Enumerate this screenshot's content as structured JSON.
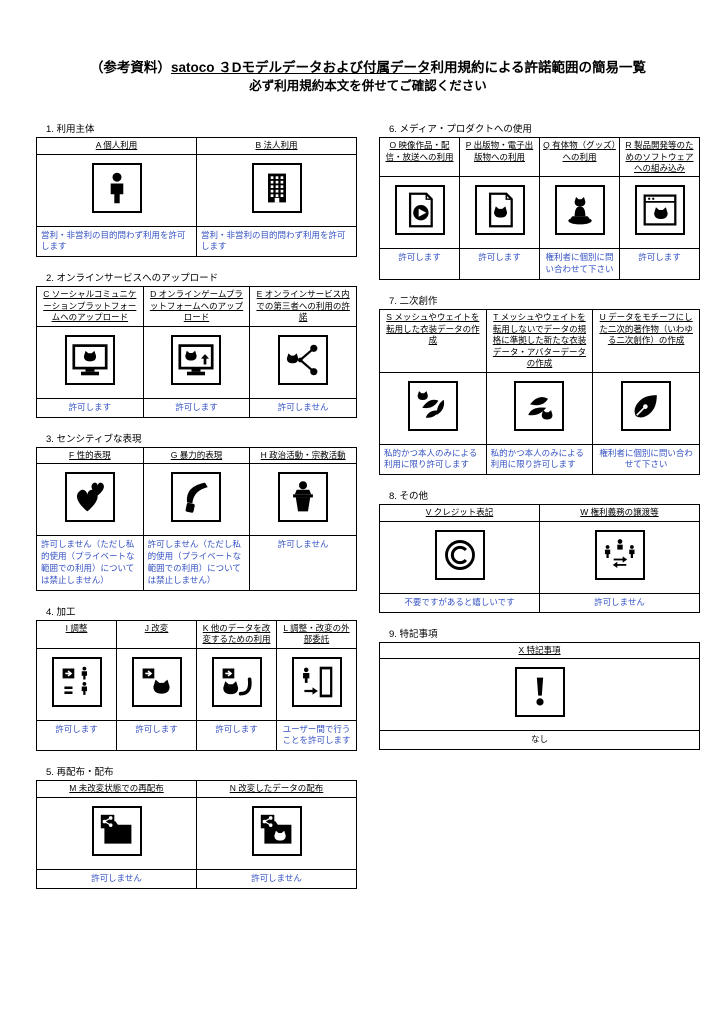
{
  "page": {
    "title_prefix": "（参考資料）",
    "title_underlined": "satoco ３Dモデルデータおよび付属データ",
    "title_suffix": "利用規約による許諾範囲の簡易一覧",
    "title_line2": "必ず利用規約本文を併せてご確認ください"
  },
  "colors": {
    "permission_text": "#3552c4",
    "border": "#000000",
    "icon": "#000000"
  },
  "sections": [
    {
      "id": "s1",
      "column": "left",
      "heading": "1. 利用主体",
      "items": [
        {
          "code": "A",
          "label": "個人利用",
          "icon": "person-icon",
          "permission": "営利・非営利の目的問わず利用を許可します"
        },
        {
          "code": "B",
          "label": "法人利用",
          "icon": "building-icon",
          "permission": "営利・非営利の目的問わず利用を許可します"
        }
      ]
    },
    {
      "id": "s2",
      "column": "left",
      "heading": "2. オンラインサービスへのアップロード",
      "items": [
        {
          "code": "C",
          "label": "ソーシャルコミュニケーションプラットフォームへのアップロード",
          "icon": "social-upload-icon",
          "permission": "許可します"
        },
        {
          "code": "D",
          "label": "オンラインゲームプラットフォームへのアップロード",
          "icon": "game-upload-icon",
          "permission": "許可します"
        },
        {
          "code": "E",
          "label": "オンラインサービス内での第三者への利用の許諾",
          "icon": "third-party-share-icon",
          "permission": "許可しません"
        }
      ]
    },
    {
      "id": "s3",
      "column": "left",
      "heading": "3. センシティブな表現",
      "items": [
        {
          "code": "F",
          "label": "性的表現",
          "icon": "hearts-icon",
          "permission": "許可しません（ただし私的使用（プライベートな範囲での利用）については禁止しません）"
        },
        {
          "code": "G",
          "label": "暴力的表現",
          "icon": "knife-icon",
          "permission": "許可しません（ただし私的使用（プライベートな範囲での利用）については禁止しません）"
        },
        {
          "code": "H",
          "label": "政治活動・宗教活動",
          "icon": "podium-icon",
          "permission": "許可しません"
        }
      ]
    },
    {
      "id": "s4",
      "column": "left",
      "heading": "4. 加工",
      "items": [
        {
          "code": "I",
          "label": "調整",
          "icon": "adjust-icon",
          "permission": "許可します"
        },
        {
          "code": "J",
          "label": "改変",
          "icon": "modify-icon",
          "permission": "許可します"
        },
        {
          "code": "K",
          "label": "他のデータを改変するための利用",
          "icon": "modify-other-data-icon",
          "permission": "許可します"
        },
        {
          "code": "L",
          "label": "調整・改変の外部委託",
          "icon": "outsource-icon",
          "permission": "ユーザー間で行うことを許可します"
        }
      ]
    },
    {
      "id": "s5",
      "column": "left",
      "heading": "5. 再配布・配布",
      "items": [
        {
          "code": "M",
          "label": "未改変状態での再配布",
          "icon": "redistribute-icon",
          "permission": "許可しません"
        },
        {
          "code": "N",
          "label": "改変したデータの配布",
          "icon": "distribute-modified-icon",
          "permission": "許可しません"
        }
      ]
    },
    {
      "id": "s6",
      "column": "right",
      "heading": "6. メディア・プロダクトへの使用",
      "items": [
        {
          "code": "O",
          "label": "映像作品・配信・放送への利用",
          "icon": "video-play-icon",
          "permission": "許可します"
        },
        {
          "code": "P",
          "label": "出版物・電子出版物への利用",
          "icon": "publication-icon",
          "permission": "許可します"
        },
        {
          "code": "Q",
          "label": "有体物（グッズ）への利用",
          "icon": "figurine-icon",
          "permission": "権利者に個別に問い合わせて下さい"
        },
        {
          "code": "R",
          "label": "製品開発等のためのソフトウェアへの組み込み",
          "icon": "software-window-icon",
          "permission": "許可します"
        }
      ]
    },
    {
      "id": "s7",
      "column": "right",
      "heading": "7. 二次創作",
      "items": [
        {
          "code": "S",
          "label": "メッシュやウェイトを転用した衣装データの作成",
          "icon": "costume-mesh-icon",
          "permission": "私的かつ本人のみによる利用に限り許可します"
        },
        {
          "code": "T",
          "label": "メッシュやウェイトを転用しないでデータの規格に準拠した新たな衣装データ・アバターデータの作成",
          "icon": "costume-new-icon",
          "permission": "私的かつ本人のみによる利用に限り許可します"
        },
        {
          "code": "U",
          "label": "データをモチーフにした二次的著作物（いわゆる二次創作）の作成",
          "icon": "pen-nib-icon",
          "permission": "権利者に個別に問い合わせて下さい"
        }
      ]
    },
    {
      "id": "s8",
      "column": "right",
      "heading": "8. その他",
      "items": [
        {
          "code": "V",
          "label": "クレジット表記",
          "icon": "copyright-icon",
          "permission": "不要ですがあると嬉しいです"
        },
        {
          "code": "W",
          "label": "権利義務の譲渡等",
          "icon": "rights-transfer-icon",
          "permission": "許可しません"
        }
      ]
    },
    {
      "id": "s9",
      "column": "right",
      "heading": "9. 特記事項",
      "items": [
        {
          "code": "X",
          "label": "特記事項",
          "icon": "exclamation-icon",
          "permission": "なし",
          "plain": true
        }
      ]
    }
  ]
}
